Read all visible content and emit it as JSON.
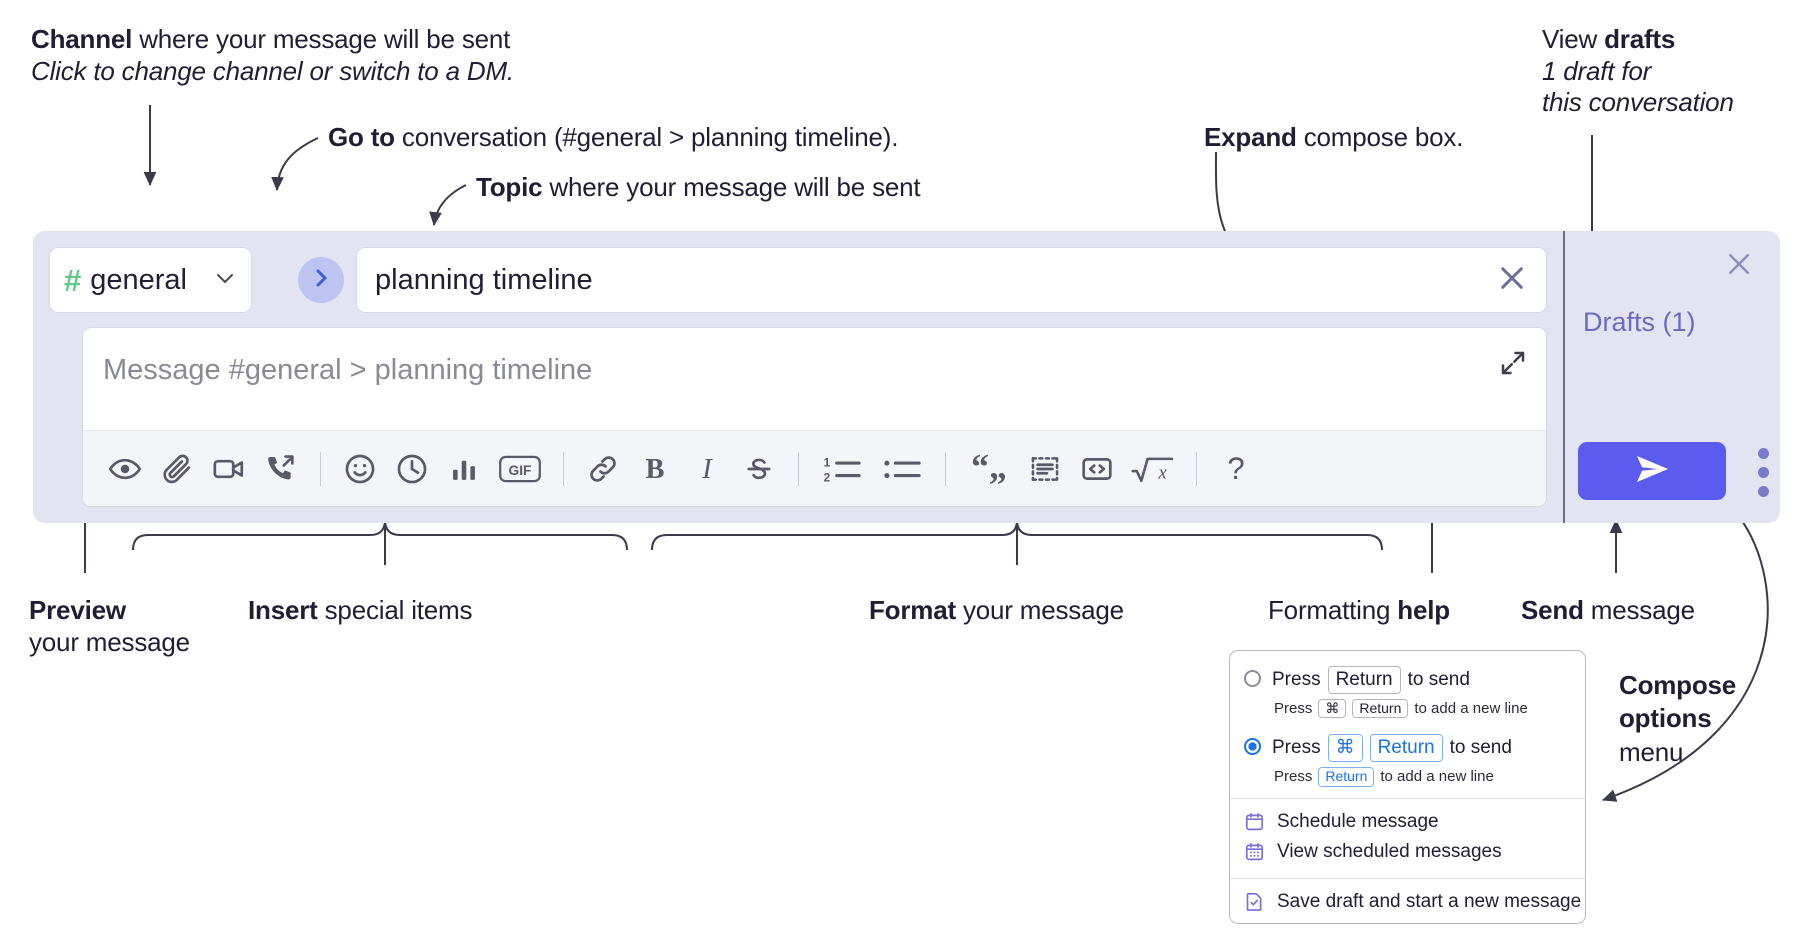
{
  "annotations": {
    "channel": {
      "bold": "Channel",
      "rest": " where your message will be sent",
      "sub": "Click to change channel or switch to a DM."
    },
    "goto": {
      "bold": "Go to",
      "rest": " conversation (#general > planning timeline)."
    },
    "topic": {
      "bold": "Topic",
      "rest": " where your message will be sent"
    },
    "expand": {
      "bold": "Expand",
      "rest": " compose box."
    },
    "drafts": {
      "line1_plain": "View ",
      "line1_bold": "drafts",
      "line2": "1 draft for",
      "line3": "this conversation"
    },
    "preview": {
      "bold": "Preview",
      "rest": "your message"
    },
    "insert": {
      "bold": "Insert",
      "rest": " special items"
    },
    "format": {
      "bold": "Format",
      "rest": " your message"
    },
    "help": {
      "plain": "Formatting ",
      "bold": "help"
    },
    "send": {
      "bold": "Send",
      "rest": " message"
    },
    "compose_options": {
      "line1": "Compose",
      "line2": "options",
      "line3": "menu"
    }
  },
  "composer": {
    "channel": {
      "hash": "#",
      "name": "general",
      "chevron": "chevron-down-icon"
    },
    "goto_button": "chevron-right-icon",
    "topic": {
      "value": "planning timeline",
      "clear": "close-icon"
    },
    "message": {
      "placeholder": "Message #general > planning timeline",
      "value": ""
    },
    "expand": "expand-icon",
    "toolbar": [
      {
        "name": "preview-icon",
        "label": "Preview"
      },
      {
        "name": "attachment-icon",
        "label": "Attach file"
      },
      {
        "name": "video-icon",
        "label": "Record video clip"
      },
      {
        "name": "call-icon",
        "label": "Start call"
      },
      {
        "name": "separator",
        "label": ""
      },
      {
        "name": "emoji-icon",
        "label": "Emoji"
      },
      {
        "name": "clock-icon",
        "label": "Reminder"
      },
      {
        "name": "poll-icon",
        "label": "Poll"
      },
      {
        "name": "gif-icon",
        "label": "GIF"
      },
      {
        "name": "separator",
        "label": ""
      },
      {
        "name": "link-icon",
        "label": "Link"
      },
      {
        "name": "bold-icon",
        "label": "B"
      },
      {
        "name": "italic-icon",
        "label": "I"
      },
      {
        "name": "strikethrough-icon",
        "label": "S"
      },
      {
        "name": "separator",
        "label": ""
      },
      {
        "name": "ordered-list-icon",
        "label": "Ordered list"
      },
      {
        "name": "bullet-list-icon",
        "label": "Bulleted list"
      },
      {
        "name": "separator",
        "label": ""
      },
      {
        "name": "blockquote-icon",
        "label": "Blockquote"
      },
      {
        "name": "code-block-icon",
        "label": "Code block"
      },
      {
        "name": "code-icon",
        "label": "Code"
      },
      {
        "name": "math-icon",
        "label": "Math"
      },
      {
        "name": "separator",
        "label": ""
      },
      {
        "name": "help-icon",
        "label": "?"
      }
    ],
    "send_button": "send-icon",
    "options_button": "kebab-menu-icon",
    "drafts_label": "Drafts (1)",
    "panel_close": "close-icon"
  },
  "menu": {
    "options": [
      {
        "selected": false,
        "main_prefix": "Press",
        "main_keys": [
          "Return"
        ],
        "main_suffix": "to send",
        "sub_prefix": "Press",
        "sub_keys": [
          "⌘",
          "Return"
        ],
        "sub_suffix": "to add a new line"
      },
      {
        "selected": true,
        "main_prefix": "Press",
        "main_keys": [
          "⌘",
          "Return"
        ],
        "main_suffix": "to send",
        "sub_prefix": "Press",
        "sub_keys": [
          "Return"
        ],
        "sub_suffix": "to add a new line"
      }
    ],
    "items": [
      {
        "icon": "calendar-icon",
        "label": "Schedule message"
      },
      {
        "icon": "calendar-grid-icon",
        "label": "View scheduled messages"
      },
      {
        "icon": "save-draft-icon",
        "label": "Save draft and start a new message"
      }
    ]
  },
  "colors": {
    "panel_bg": "#e3e4f1",
    "accent_send": "#5b5bf0",
    "hash_green": "#5ec98a",
    "drafts_purple": "#6b6bc4",
    "goto_bg": "#bcc4f2",
    "radio_blue": "#1a73e8",
    "menu_icon_purple": "#7a6fd6"
  }
}
